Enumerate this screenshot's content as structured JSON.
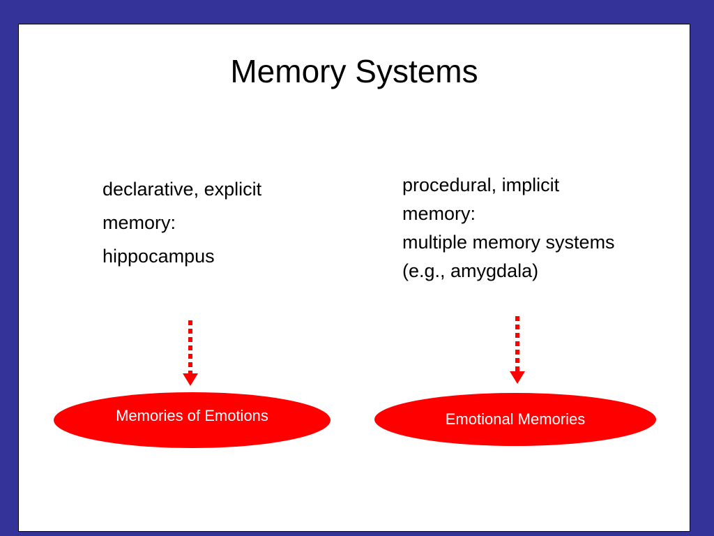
{
  "slide": {
    "title": "Memory Systems",
    "left": {
      "lines": [
        "declarative, explicit",
        "memory:",
        "hippocampus"
      ],
      "outcome": "Memories of Emotions"
    },
    "right": {
      "lines": [
        "procedural, implicit",
        "memory:",
        "multiple memory systems",
        "(e.g., amygdala)"
      ],
      "outcome": "Emotional Memories"
    }
  },
  "colors": {
    "background": "#333399",
    "slide": "#ffffff",
    "accent": "#ff0000",
    "outcome_text": "#ffffff"
  },
  "icons": {
    "left_arrow": "dotted-down-arrow-icon",
    "right_arrow": "dotted-down-arrow-icon"
  }
}
